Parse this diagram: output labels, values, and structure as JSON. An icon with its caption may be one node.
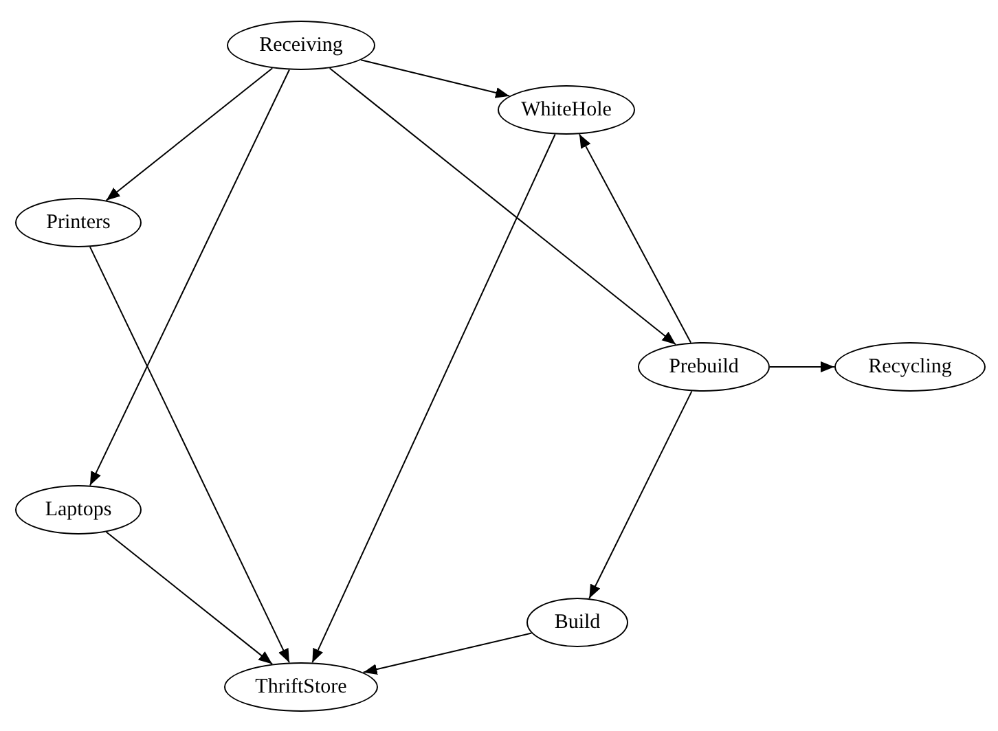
{
  "diagram": {
    "nodes": [
      {
        "text": [
          "Receiving"
        ]
      },
      {
        "text": [
          "WhiteHole"
        ]
      },
      {
        "text": [
          "Printers"
        ]
      },
      {
        "text": [
          "Prebuild"
        ]
      },
      {
        "text": [
          "Recycling"
        ]
      },
      {
        "text": [
          "Laptops"
        ]
      },
      {
        "text": [
          "Build"
        ]
      },
      {
        "text": [
          "ThriftStore"
        ]
      }
    ],
    "edges": [
      {
        "from": 0,
        "to": 1,
        "arrow": "to"
      },
      {
        "from": 0,
        "to": 2,
        "arrow": "to"
      },
      {
        "from": 0,
        "to": 5,
        "arrow": "to"
      },
      {
        "from": 0,
        "to": 3,
        "arrow": "to"
      },
      {
        "from": 1,
        "to": 7,
        "arrow": "to"
      },
      {
        "from": 2,
        "to": 7,
        "arrow": "to"
      },
      {
        "from": 3,
        "to": 1,
        "arrow": "to"
      },
      {
        "from": 3,
        "to": 4,
        "arrow": "to"
      },
      {
        "from": 3,
        "to": 6,
        "arrow": "to"
      },
      {
        "from": 5,
        "to": 7,
        "arrow": "to"
      },
      {
        "from": 6,
        "to": 7,
        "arrow": "to"
      }
    ]
  }
}
